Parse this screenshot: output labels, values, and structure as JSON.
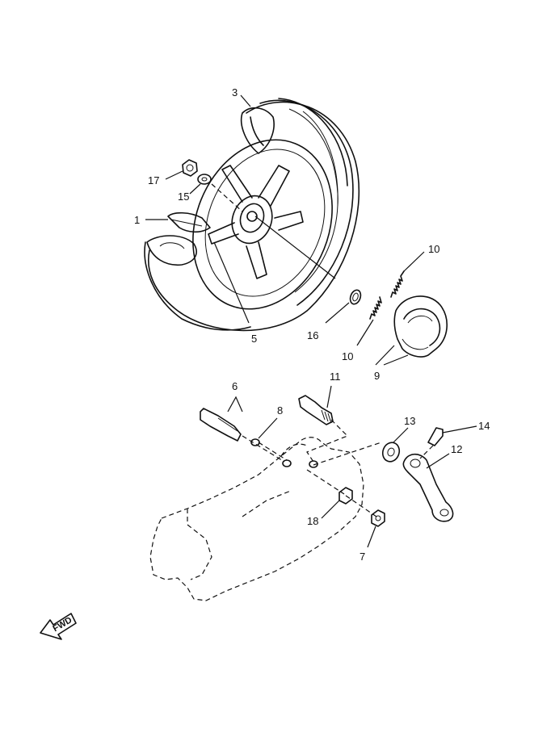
{
  "labels": {
    "l1": "1",
    "l3": "3",
    "l5": "5",
    "l6": "6",
    "l7": "7",
    "l8": "8",
    "l9": "9",
    "l10a": "10",
    "l10b": "10",
    "l11": "11",
    "l12": "12",
    "l13": "13",
    "l14": "14",
    "l15": "15",
    "l16": "16",
    "l17": "17",
    "l18": "18"
  },
  "fwd_text": "FWD"
}
